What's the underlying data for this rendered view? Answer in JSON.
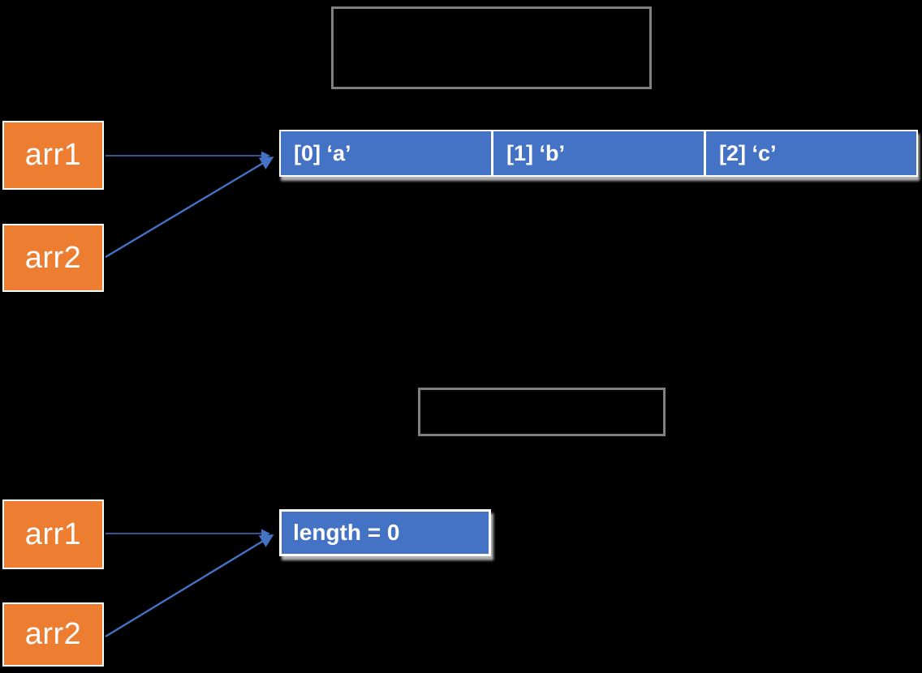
{
  "diagram": {
    "background": "#000000",
    "colors": {
      "variable_box_fill": "#ED7D31",
      "array_box_fill": "#4472C4",
      "arrow": "#4472C4",
      "code_box_border": "#808080",
      "text": "#FFFFFF"
    },
    "top_section": {
      "code_box_text": "",
      "variables": [
        {
          "label": "arr1"
        },
        {
          "label": "arr2"
        }
      ],
      "array_cells": [
        {
          "label": "[0] ‘a’"
        },
        {
          "label": "[1] ‘b’"
        },
        {
          "label": "[2] ‘c’"
        }
      ]
    },
    "bottom_section": {
      "code_box_text": "",
      "variables": [
        {
          "label": "arr1"
        },
        {
          "label": "arr2"
        }
      ],
      "length_label": "length = 0"
    }
  }
}
